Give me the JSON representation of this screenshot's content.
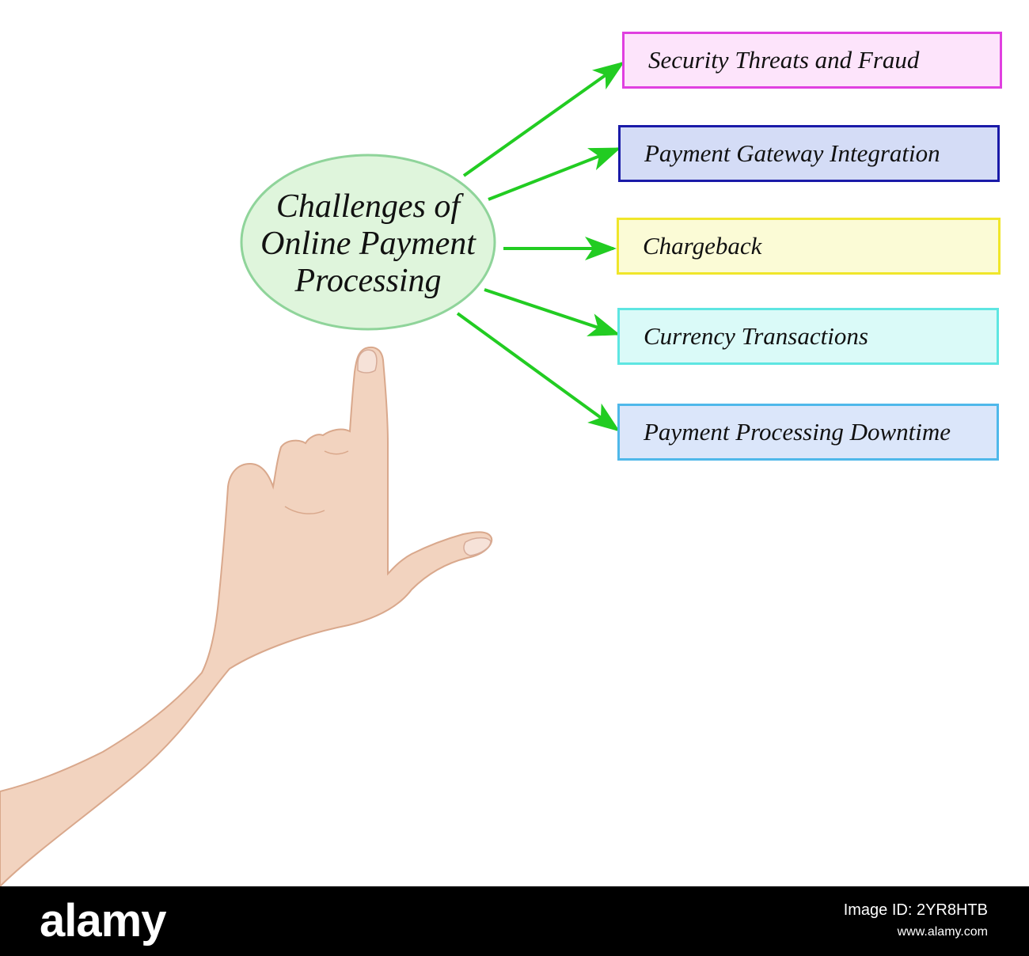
{
  "diagram": {
    "center_title_lines": [
      "Challenges of",
      "Online Payment",
      "Processing"
    ],
    "center_fill": "#dff5dc",
    "center_stroke": "#8fd49a",
    "arrow_color": "#22cc22",
    "items": [
      {
        "label": "Security Threats and Fraud",
        "border": "#e040e0",
        "fill": "#fde4fb"
      },
      {
        "label": "Payment Gateway Integration",
        "border": "#1a1aa8",
        "fill": "#d4dcf6"
      },
      {
        "label": "Chargeback",
        "border": "#f0e62a",
        "fill": "#fbfbd6"
      },
      {
        "label": "Currency Transactions",
        "border": "#5ee6e2",
        "fill": "#dafaf8"
      },
      {
        "label": "Payment Processing Downtime",
        "border": "#4fb8ea",
        "fill": "#dbe6fa"
      }
    ]
  },
  "footer": {
    "logo": "alamy",
    "id_line1": "",
    "id_line2": "Image ID: 2YR8HTB",
    "id_line3": "www.alamy.com"
  }
}
